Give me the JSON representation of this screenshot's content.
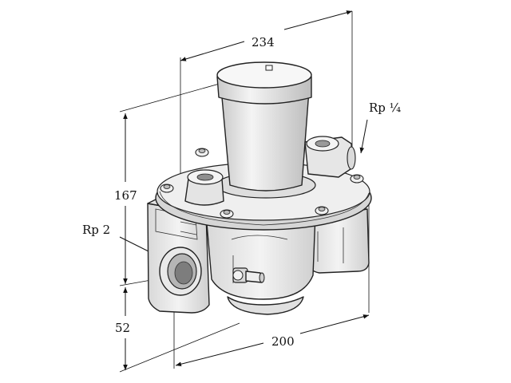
{
  "dimensions": {
    "width_top": "234",
    "height_total": "167",
    "height_inlet": "52",
    "depth": "200"
  },
  "connections": {
    "inlet": "Rp 2",
    "outlet": "Rp ¼"
  },
  "colors": {
    "line": "#111111",
    "body_fill": "#f2f2f2",
    "shade": "#d4d4d4",
    "dark": "#9a9a9a"
  }
}
